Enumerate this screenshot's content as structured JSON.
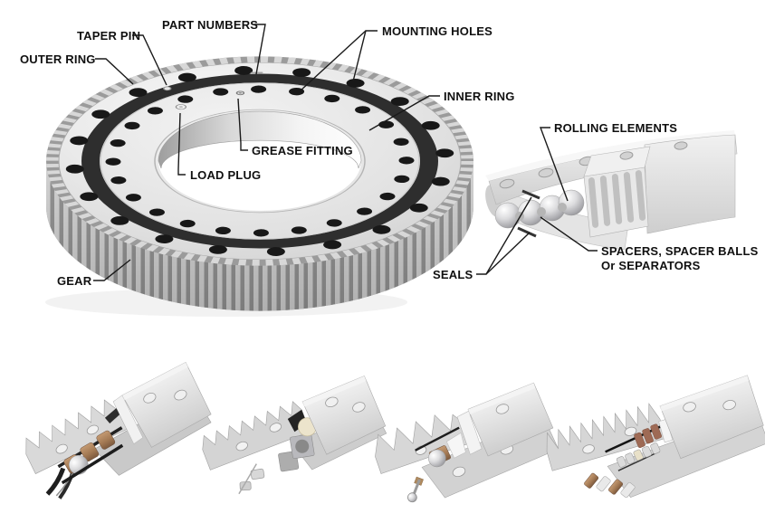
{
  "colors": {
    "background": "#ffffff",
    "label_text": "#101010",
    "leader_line": "#1a1a1a",
    "metal_light": "#ececec",
    "metal_mid": "#c9c9c9",
    "metal_dark": "#9a9a9a",
    "seal_dark": "#2e2e2e",
    "hole_dark": "#181818",
    "copper_roller": "#a97c58",
    "ivory_spacer": "#ece4cc"
  },
  "bearing_diagram": {
    "labels": {
      "outer_ring": "OUTER RING",
      "taper_pin": "TAPER PIN",
      "part_numbers": "PART NUMBERS",
      "mounting_holes": "MOUNTING HOLES",
      "inner_ring": "INNER RING",
      "grease_fitting": "GREASE FITTING",
      "load_plug": "LOAD PLUG",
      "gear": "GEAR"
    }
  },
  "cross_section_diagram": {
    "labels": {
      "rolling_elements": "ROLLING ELEMENTS",
      "seals": "SEALS",
      "spacers_line1": "SPACERS, SPACER BALLS",
      "spacers_line2": "Or SEPARATORS"
    }
  },
  "bottom_row": {
    "views": [
      {
        "name": "ball-bearing-cutaway"
      },
      {
        "name": "cross-roller-bearing-cutaway"
      },
      {
        "name": "single-row-ball-bearing-cutaway"
      },
      {
        "name": "triple-row-roller-bearing-cutaway"
      }
    ]
  }
}
